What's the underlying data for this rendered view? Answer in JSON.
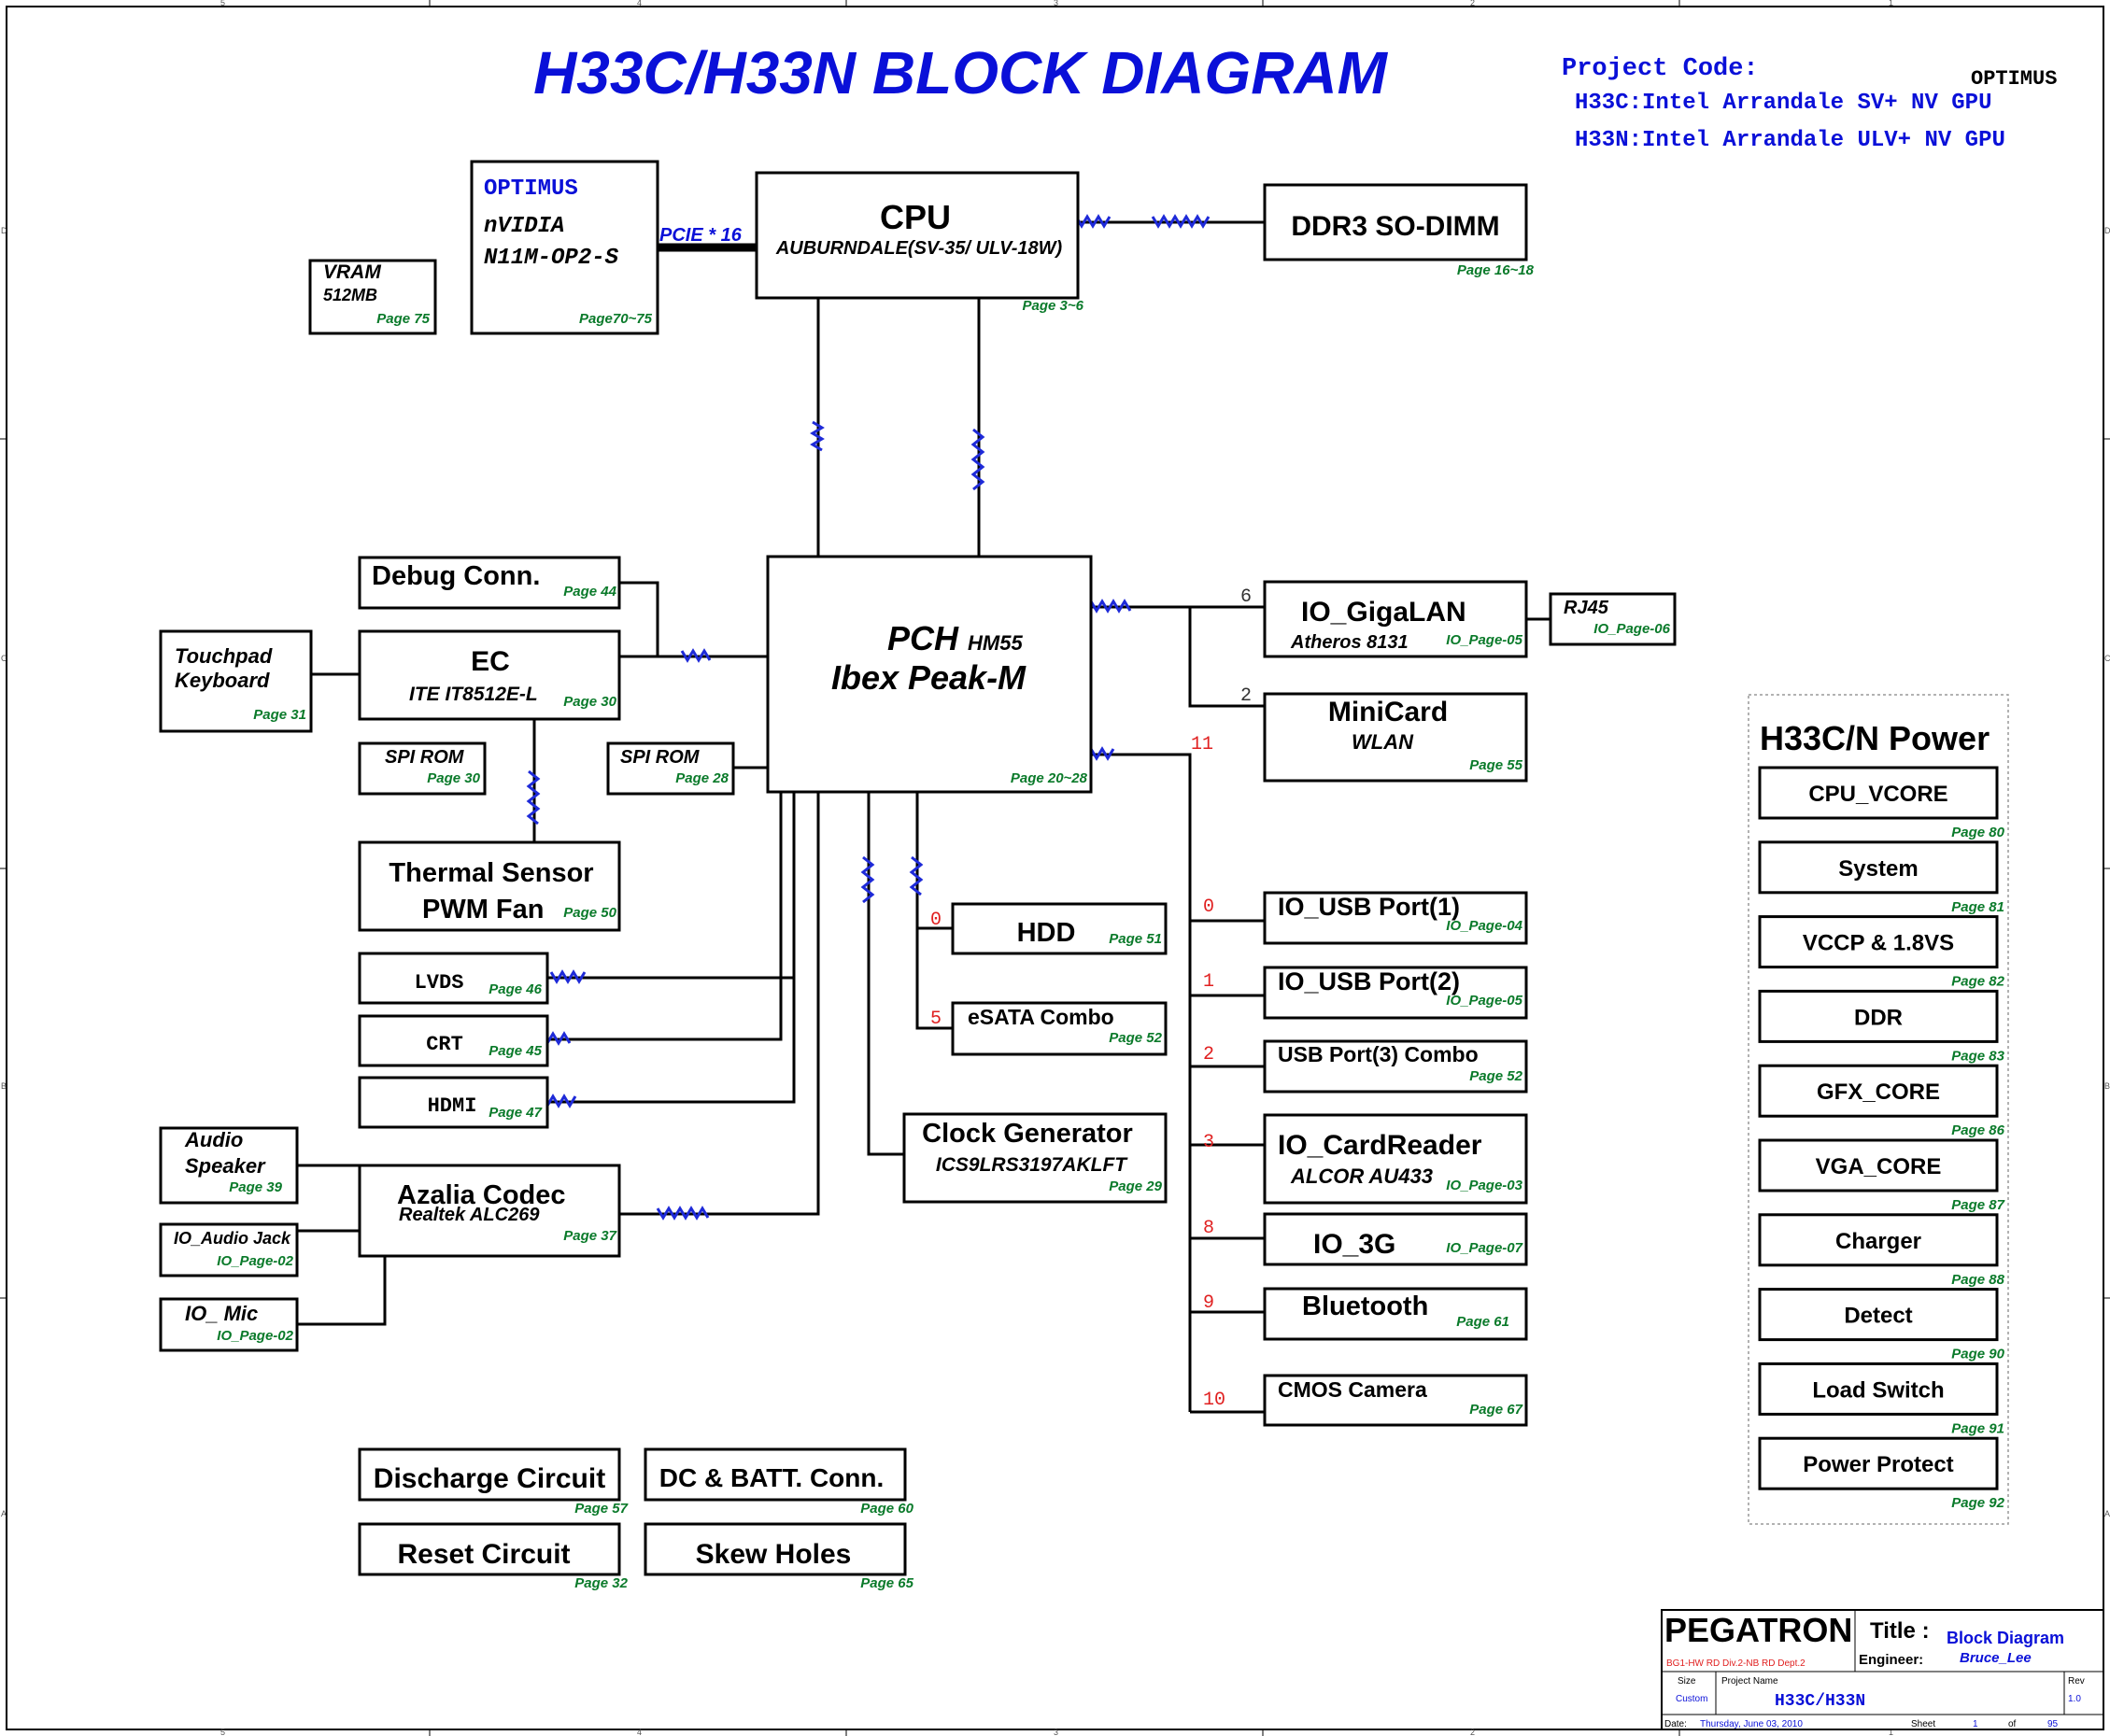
{
  "title": "H33C/H33N BLOCK DIAGRAM",
  "project": {
    "heading": "Project Code:",
    "optimus": "OPTIMUS",
    "line1": "H33C:Intel Arrandale SV+ NV GPU",
    "line2": "H33N:Intel Arrandale ULV+ NV GPU"
  },
  "ruler": {
    "top": [
      "5",
      "4",
      "3",
      "2",
      "1"
    ],
    "side": [
      "D",
      "C",
      "B",
      "A"
    ]
  },
  "blocks": {
    "cpu": {
      "title": "CPU",
      "sub": "AUBURNDALE(SV-35/ ULV-18W)",
      "page": "Page 3~6"
    },
    "ddr3": {
      "title": "DDR3 SO-DIMM",
      "page": "Page 16~18"
    },
    "gpu": {
      "l1": "OPTIMUS",
      "l2": "nVIDIA",
      "l3": "N11M-OP2-S",
      "page": "Page70~75"
    },
    "vram": {
      "l1": "VRAM",
      "l2": "512MB",
      "page": "Page 75"
    },
    "pcie": "PCIE * 16",
    "pch": {
      "l1": "PCH",
      "l1b": "HM55",
      "l2": "Ibex Peak-M",
      "page": "Page 20~28"
    },
    "debug": {
      "title": "Debug Conn.",
      "page": "Page 44"
    },
    "ec": {
      "title": "EC",
      "sub": "ITE IT8512E-L",
      "page": "Page 30"
    },
    "touchpad": {
      "l1": "Touchpad",
      "l2": "Keyboard",
      "page": "Page 31"
    },
    "spirom1": {
      "title": "SPI ROM",
      "page": "Page 30"
    },
    "spirom2": {
      "title": "SPI ROM",
      "page": "Page 28"
    },
    "thermal": {
      "l1": "Thermal Sensor",
      "l2": "PWM Fan",
      "page": "Page 50"
    },
    "lvds": {
      "title": "LVDS",
      "page": "Page 46"
    },
    "crt": {
      "title": "CRT",
      "page": "Page 45"
    },
    "hdmi": {
      "title": "HDMI",
      "page": "Page 47"
    },
    "hdd": {
      "title": "HDD",
      "page": "Page 51",
      "port": "0"
    },
    "esata": {
      "title": "eSATA Combo",
      "page": "Page 52",
      "port": "5"
    },
    "clock": {
      "l1": "Clock Generator",
      "l2": "ICS9LRS3197AKLFT",
      "page": "Page 29"
    },
    "audio_speaker": {
      "l1": "Audio",
      "l2": "Speaker",
      "page": "Page 39"
    },
    "audio_jack": {
      "title": "IO_Audio Jack",
      "page": "IO_Page-02"
    },
    "mic": {
      "title": "IO_ Mic",
      "page": "IO_Page-02"
    },
    "azalia": {
      "l1": "Azalia Codec",
      "l2": "Realtek ALC269",
      "page": "Page 37"
    },
    "gigalan": {
      "title": "IO_GigaLAN",
      "sub": "Atheros 8131",
      "page": "IO_Page-05",
      "port": "6"
    },
    "rj45": {
      "title": "RJ45",
      "page": "IO_Page-06"
    },
    "minicard": {
      "title": "MiniCard",
      "sub": "WLAN",
      "page": "Page 55",
      "port": "2"
    },
    "usb_hub_label": "11",
    "usb1": {
      "title": "IO_USB Port(1)",
      "page": "IO_Page-04",
      "port": "0"
    },
    "usb2": {
      "title": "IO_USB Port(2)",
      "page": "IO_Page-05",
      "port": "1"
    },
    "usb3": {
      "title": "USB Port(3) Combo",
      "page": "Page 52",
      "port": "2"
    },
    "cardreader": {
      "title": "IO_CardReader",
      "sub": "ALCOR AU433",
      "page": "IO_Page-03",
      "port": "3"
    },
    "io3g": {
      "title": "IO_3G",
      "page": "IO_Page-07",
      "port": "8"
    },
    "bluetooth": {
      "title": "Bluetooth",
      "page": "Page 61",
      "port": "9"
    },
    "camera": {
      "title": "CMOS Camera",
      "page": "Page 67",
      "port": "10"
    },
    "discharge": {
      "title": "Discharge Circuit",
      "page": "Page 57"
    },
    "dcbatt": {
      "title": "DC & BATT. Conn.",
      "page": "Page 60"
    },
    "reset": {
      "title": "Reset Circuit",
      "page": "Page 32"
    },
    "skew": {
      "title": "Skew Holes",
      "page": "Page 65"
    }
  },
  "power": {
    "title": "H33C/N Power",
    "items": [
      {
        "label": "CPU_VCORE",
        "page": "Page 80"
      },
      {
        "label": "System",
        "page": "Page 81"
      },
      {
        "label": "VCCP & 1.8VS",
        "page": "Page 82"
      },
      {
        "label": "DDR",
        "page": "Page 83"
      },
      {
        "label": "GFX_CORE",
        "page": "Page 86"
      },
      {
        "label": "VGA_CORE",
        "page": "Page 87"
      },
      {
        "label": "Charger",
        "page": "Page 88"
      },
      {
        "label": "Detect",
        "page": "Page 90"
      },
      {
        "label": "Load Switch",
        "page": "Page 91"
      },
      {
        "label": "Power Protect",
        "page": "Page 92"
      }
    ]
  },
  "titleblock": {
    "company": "PEGATRON",
    "dept": "BG1-HW RD Div.2-NB RD Dept.2",
    "title_label": "Title :",
    "title_value": "Block Diagram",
    "engineer_label": "Engineer:",
    "engineer_value": "Bruce_Lee",
    "size_label": "Size",
    "size_value": "Custom",
    "project_label": "Project Name",
    "project_value": "H33C/H33N",
    "rev_label": "Rev",
    "rev_value": "1.0",
    "date_label": "Date:",
    "date_value": "Thursday, June 03, 2010",
    "sheet_label": "Sheet",
    "sheet_value": "1",
    "of_label": "of",
    "of_value": "95"
  }
}
